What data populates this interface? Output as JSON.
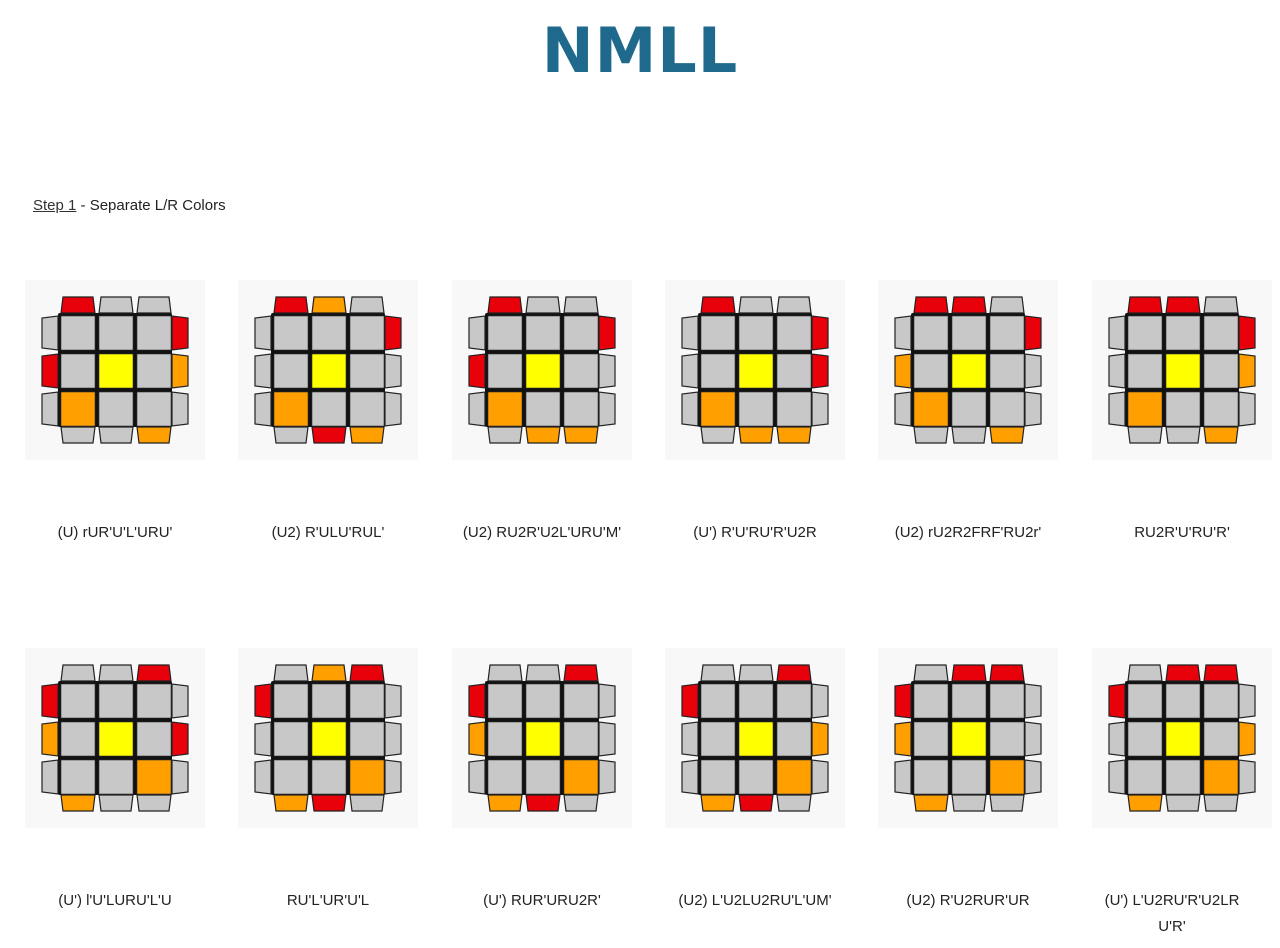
{
  "page": {
    "title": "NMLL",
    "step_link": "Step 1",
    "step_text": " - Separate L/R Colors"
  },
  "colors": {
    "red": "#e8000b",
    "orange": "#ff9f00",
    "yellow": "#ffff00",
    "gray": "#c8c8c8",
    "title": "#1f6a8c"
  },
  "cases": [
    {
      "alg": "(U) rUR'U'L'URU'",
      "top": [
        "r",
        "g",
        "g"
      ],
      "bottom": [
        "g",
        "g",
        "o"
      ],
      "left": [
        "g",
        "r",
        "g"
      ],
      "right": [
        "r",
        "o",
        "g"
      ],
      "grid": [
        [
          "g",
          "g",
          "g"
        ],
        [
          "g",
          "y",
          "g"
        ],
        [
          "o",
          "g",
          "g"
        ]
      ]
    },
    {
      "alg": "(U2) R'ULU'RUL'",
      "top": [
        "r",
        "o",
        "g"
      ],
      "bottom": [
        "g",
        "r",
        "o"
      ],
      "left": [
        "g",
        "g",
        "g"
      ],
      "right": [
        "r",
        "g",
        "g"
      ],
      "grid": [
        [
          "g",
          "g",
          "g"
        ],
        [
          "g",
          "y",
          "g"
        ],
        [
          "o",
          "g",
          "g"
        ]
      ]
    },
    {
      "alg": "(U2) RU2R'U2L'URU'M'",
      "top": [
        "r",
        "g",
        "g"
      ],
      "bottom": [
        "g",
        "o",
        "o"
      ],
      "left": [
        "g",
        "r",
        "g"
      ],
      "right": [
        "r",
        "g",
        "g"
      ],
      "grid": [
        [
          "g",
          "g",
          "g"
        ],
        [
          "g",
          "y",
          "g"
        ],
        [
          "o",
          "g",
          "g"
        ]
      ]
    },
    {
      "alg": "(U') R'U'RU'R'U2R",
      "top": [
        "r",
        "g",
        "g"
      ],
      "bottom": [
        "g",
        "o",
        "o"
      ],
      "left": [
        "g",
        "g",
        "g"
      ],
      "right": [
        "r",
        "r",
        "g"
      ],
      "grid": [
        [
          "g",
          "g",
          "g"
        ],
        [
          "g",
          "y",
          "g"
        ],
        [
          "o",
          "g",
          "g"
        ]
      ]
    },
    {
      "alg": "(U2) rU2R2FRF'RU2r'",
      "top": [
        "r",
        "r",
        "g"
      ],
      "bottom": [
        "g",
        "g",
        "o"
      ],
      "left": [
        "g",
        "o",
        "g"
      ],
      "right": [
        "r",
        "g",
        "g"
      ],
      "grid": [
        [
          "g",
          "g",
          "g"
        ],
        [
          "g",
          "y",
          "g"
        ],
        [
          "o",
          "g",
          "g"
        ]
      ]
    },
    {
      "alg": "RU2R'U'RU'R'",
      "top": [
        "r",
        "r",
        "g"
      ],
      "bottom": [
        "g",
        "g",
        "o"
      ],
      "left": [
        "g",
        "g",
        "g"
      ],
      "right": [
        "r",
        "o",
        "g"
      ],
      "grid": [
        [
          "g",
          "g",
          "g"
        ],
        [
          "g",
          "y",
          "g"
        ],
        [
          "o",
          "g",
          "g"
        ]
      ]
    },
    {
      "alg": "(U') l'U'LURU'L'U",
      "top": [
        "g",
        "g",
        "r"
      ],
      "bottom": [
        "o",
        "g",
        "g"
      ],
      "left": [
        "r",
        "o",
        "g"
      ],
      "right": [
        "g",
        "r",
        "g"
      ],
      "grid": [
        [
          "g",
          "g",
          "g"
        ],
        [
          "g",
          "y",
          "g"
        ],
        [
          "g",
          "g",
          "o"
        ]
      ]
    },
    {
      "alg": "RU'L'UR'U'L",
      "top": [
        "g",
        "o",
        "r"
      ],
      "bottom": [
        "o",
        "r",
        "g"
      ],
      "left": [
        "r",
        "g",
        "g"
      ],
      "right": [
        "g",
        "g",
        "g"
      ],
      "grid": [
        [
          "g",
          "g",
          "g"
        ],
        [
          "g",
          "y",
          "g"
        ],
        [
          "g",
          "g",
          "o"
        ]
      ]
    },
    {
      "alg": "(U') RUR'URU2R'",
      "top": [
        "g",
        "g",
        "r"
      ],
      "bottom": [
        "o",
        "r",
        "g"
      ],
      "left": [
        "r",
        "o",
        "g"
      ],
      "right": [
        "g",
        "g",
        "g"
      ],
      "grid": [
        [
          "g",
          "g",
          "g"
        ],
        [
          "g",
          "y",
          "g"
        ],
        [
          "g",
          "g",
          "o"
        ]
      ]
    },
    {
      "alg": "(U2) L'U2LU2RU'L'UM'",
      "top": [
        "g",
        "g",
        "r"
      ],
      "bottom": [
        "o",
        "r",
        "g"
      ],
      "left": [
        "r",
        "g",
        "g"
      ],
      "right": [
        "g",
        "o",
        "g"
      ],
      "grid": [
        [
          "g",
          "g",
          "g"
        ],
        [
          "g",
          "y",
          "g"
        ],
        [
          "g",
          "g",
          "o"
        ]
      ]
    },
    {
      "alg": "(U2) R'U2RUR'UR",
      "top": [
        "g",
        "r",
        "r"
      ],
      "bottom": [
        "o",
        "g",
        "g"
      ],
      "left": [
        "r",
        "o",
        "g"
      ],
      "right": [
        "g",
        "g",
        "g"
      ],
      "grid": [
        [
          "g",
          "g",
          "g"
        ],
        [
          "g",
          "y",
          "g"
        ],
        [
          "g",
          "g",
          "o"
        ]
      ]
    },
    {
      "alg": "(U') L'U2RU'R'U2LRU'R'",
      "top": [
        "g",
        "r",
        "r"
      ],
      "bottom": [
        "o",
        "g",
        "g"
      ],
      "left": [
        "r",
        "g",
        "g"
      ],
      "right": [
        "g",
        "o",
        "g"
      ],
      "grid": [
        [
          "g",
          "g",
          "g"
        ],
        [
          "g",
          "y",
          "g"
        ],
        [
          "g",
          "g",
          "o"
        ]
      ]
    }
  ]
}
